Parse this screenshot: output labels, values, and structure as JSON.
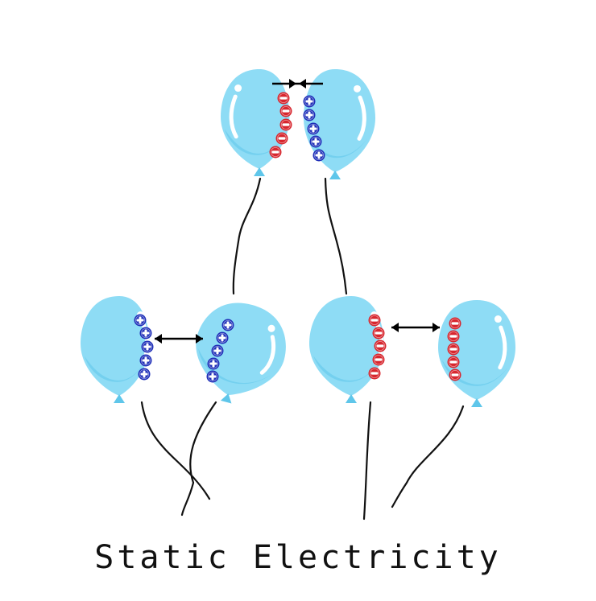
{
  "caption": "Static Electricity",
  "colors": {
    "balloon": "#8EDCF5",
    "balloon_dark": "#5FC6EA",
    "highlight": "#ffffff",
    "negative": "#D7262E",
    "positive": "#1F2FB8",
    "string": "#111111",
    "arrow": "#000000"
  },
  "diagram": {
    "pairs": [
      {
        "name": "top-pair",
        "left_charge": "negative",
        "right_charge": "positive",
        "force": "attract"
      },
      {
        "name": "bottom-left-pair",
        "left_charge": "positive",
        "right_charge": "positive",
        "force": "repel"
      },
      {
        "name": "bottom-right-pair",
        "left_charge": "negative",
        "right_charge": "negative",
        "force": "repel"
      }
    ]
  }
}
